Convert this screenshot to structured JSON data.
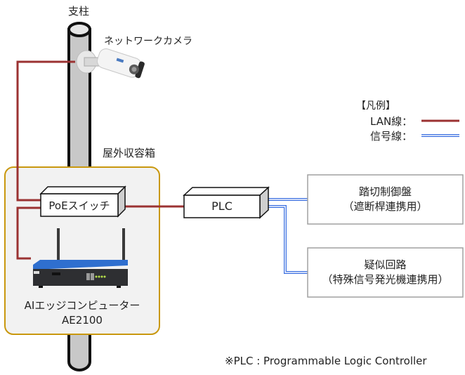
{
  "labels": {
    "pole": "支柱",
    "camera": "ネットワークカメラ",
    "enclosure": "屋外収容箱",
    "poe_switch": "PoEスイッチ",
    "plc": "PLC",
    "edge_computer_line1": "AIエッジコンピューター",
    "edge_computer_line2": "AE2100",
    "crossing_control_line1": "踏切制御盤",
    "crossing_control_line2": "（遮断桿連携用）",
    "pseudo_circuit_line1": "疑似回路",
    "pseudo_circuit_line2": "（特殊信号発光機連携用）",
    "footnote": "※PLC : Programmable Logic Controller"
  },
  "legend": {
    "title": "【凡例】",
    "items": [
      {
        "label": "LAN線：",
        "type": "lan"
      },
      {
        "label": "信号線：",
        "type": "signal"
      }
    ]
  },
  "colors": {
    "lan": "#9b3232",
    "signal": "#3b6fe0",
    "enclosure_border": "#c9980e",
    "enclosure_fill": "#f2f2f2",
    "pole_fill": "#c8c8c8",
    "box_border": "#a0a0a0"
  }
}
